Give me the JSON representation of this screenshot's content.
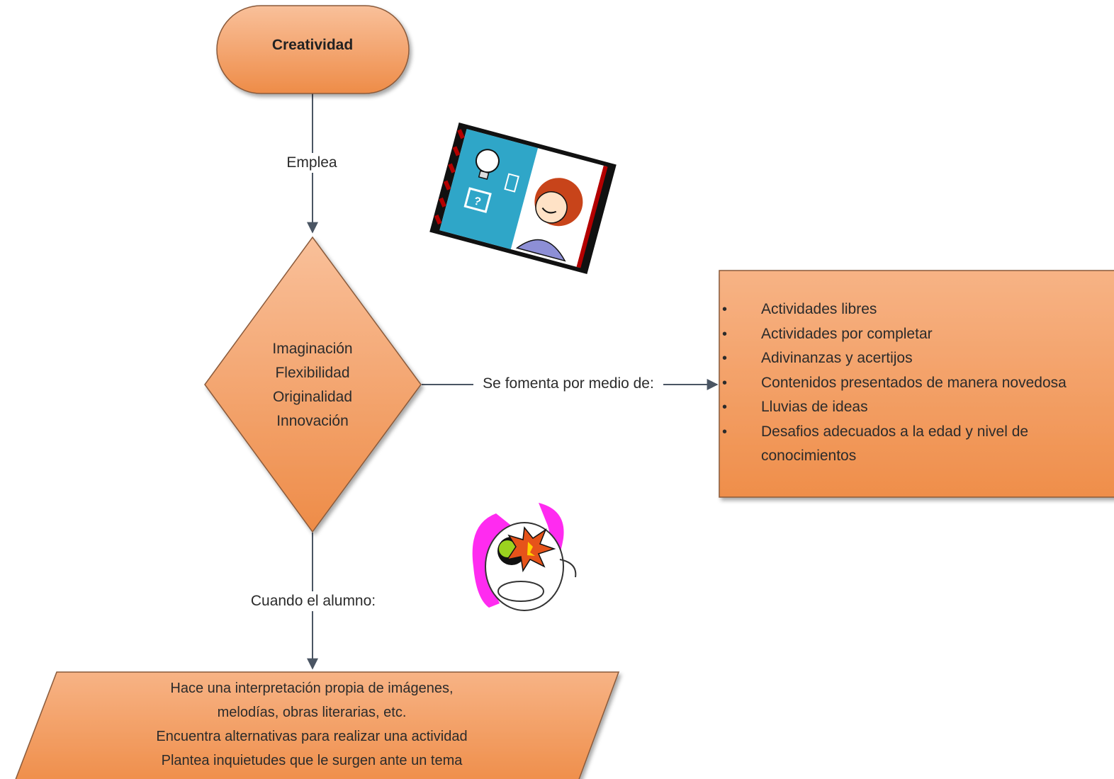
{
  "nodes": {
    "start": {
      "label": "Creatividad"
    },
    "decision": {
      "lines": [
        "Imaginación",
        "Flexibilidad",
        "Originalidad",
        "Innovación"
      ]
    },
    "list": {
      "items": [
        "Actividades libres",
        "Actividades por completar",
        "Adivinanzas y acertijos",
        "Contenidos presentados de manera novedosa",
        "Lluvias de ideas",
        "Desafios adecuados a la edad y nivel de conocimientos"
      ]
    },
    "output": {
      "lines": [
        "Hace una interpretación propia de imágenes,",
        "melodías, obras literarias, etc.",
        "Encuentra alternativas para realizar una actividad",
        "Plantea inquietudes que le surgen ante un tema"
      ]
    }
  },
  "edges": {
    "start_to_decision": "Emplea",
    "decision_to_list": "Se fomenta por medio de:",
    "decision_to_output": "Cuando el alumno:"
  },
  "colors": {
    "shape_fill_light": "#f8b486",
    "shape_fill_dark": "#ef8f4c",
    "shape_stroke": "#8a5a3a",
    "connector": "#4a5563"
  },
  "icons": {
    "clipart_top": "idea-lightbulb-clipart",
    "clipart_bottom": "brainstorm-head-clipart"
  }
}
